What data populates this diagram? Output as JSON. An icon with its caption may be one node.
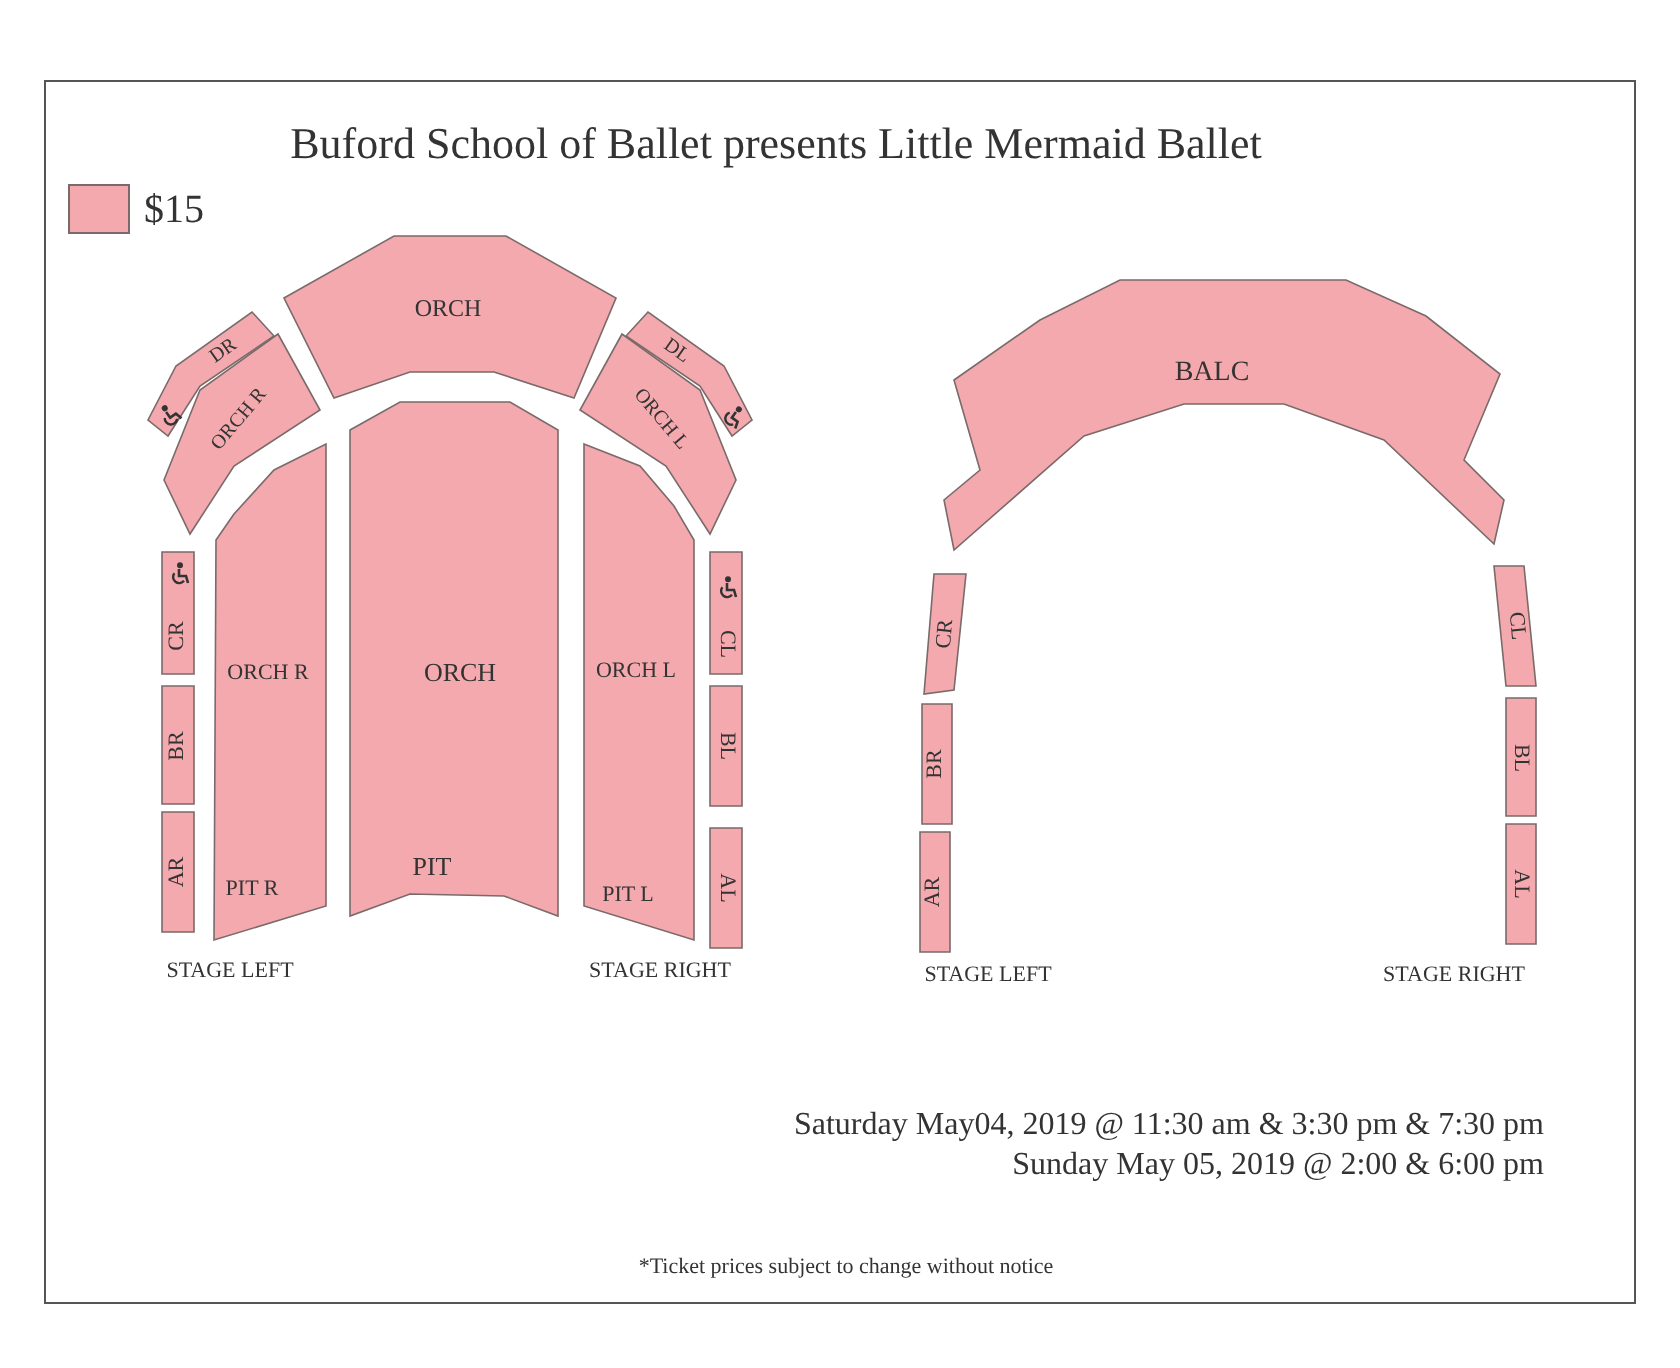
{
  "diagram": {
    "title": "Buford School of Ballet presents Little Mermaid Ballet",
    "nodes": [
      {
        "text": [
          "ORCH"
        ]
      },
      {
        "text": [
          "DR"
        ]
      },
      {
        "text": [
          "ORCH R"
        ]
      },
      {
        "text": [
          "DL"
        ]
      },
      {
        "text": [
          "ORCH L"
        ]
      },
      {
        "text": [
          "ORCH R",
          "PIT R"
        ]
      },
      {
        "text": [
          "ORCH",
          "PIT"
        ]
      },
      {
        "text": [
          "ORCH L",
          "PIT L"
        ]
      },
      {
        "text": [
          "CR"
        ]
      },
      {
        "text": [
          "CL"
        ]
      },
      {
        "text": [
          "BR"
        ]
      },
      {
        "text": [
          "BL"
        ]
      },
      {
        "text": [
          "AR"
        ]
      },
      {
        "text": [
          "AL"
        ]
      },
      {
        "text": [
          "BALC"
        ]
      },
      {
        "text": [
          "CR"
        ]
      },
      {
        "text": [
          "CL"
        ]
      },
      {
        "text": [
          "BR"
        ]
      },
      {
        "text": [
          "BL"
        ]
      },
      {
        "text": [
          "AR"
        ]
      },
      {
        "text": [
          "AL"
        ]
      }
    ],
    "labels": [
      "STAGE LEFT",
      "STAGE RIGHT",
      "STAGE LEFT",
      "STAGE RIGHT",
      "Saturday May04, 2019 @ 11:30 am & 3:30 pm & 7:30 pm",
      "Sunday May 05, 2019 @ 2:00 & 6:00 pm",
      "*Ticket prices subject to change without notice"
    ],
    "legend": [
      {
        "text": "$15",
        "color": "#f4a9ae"
      }
    ]
  }
}
